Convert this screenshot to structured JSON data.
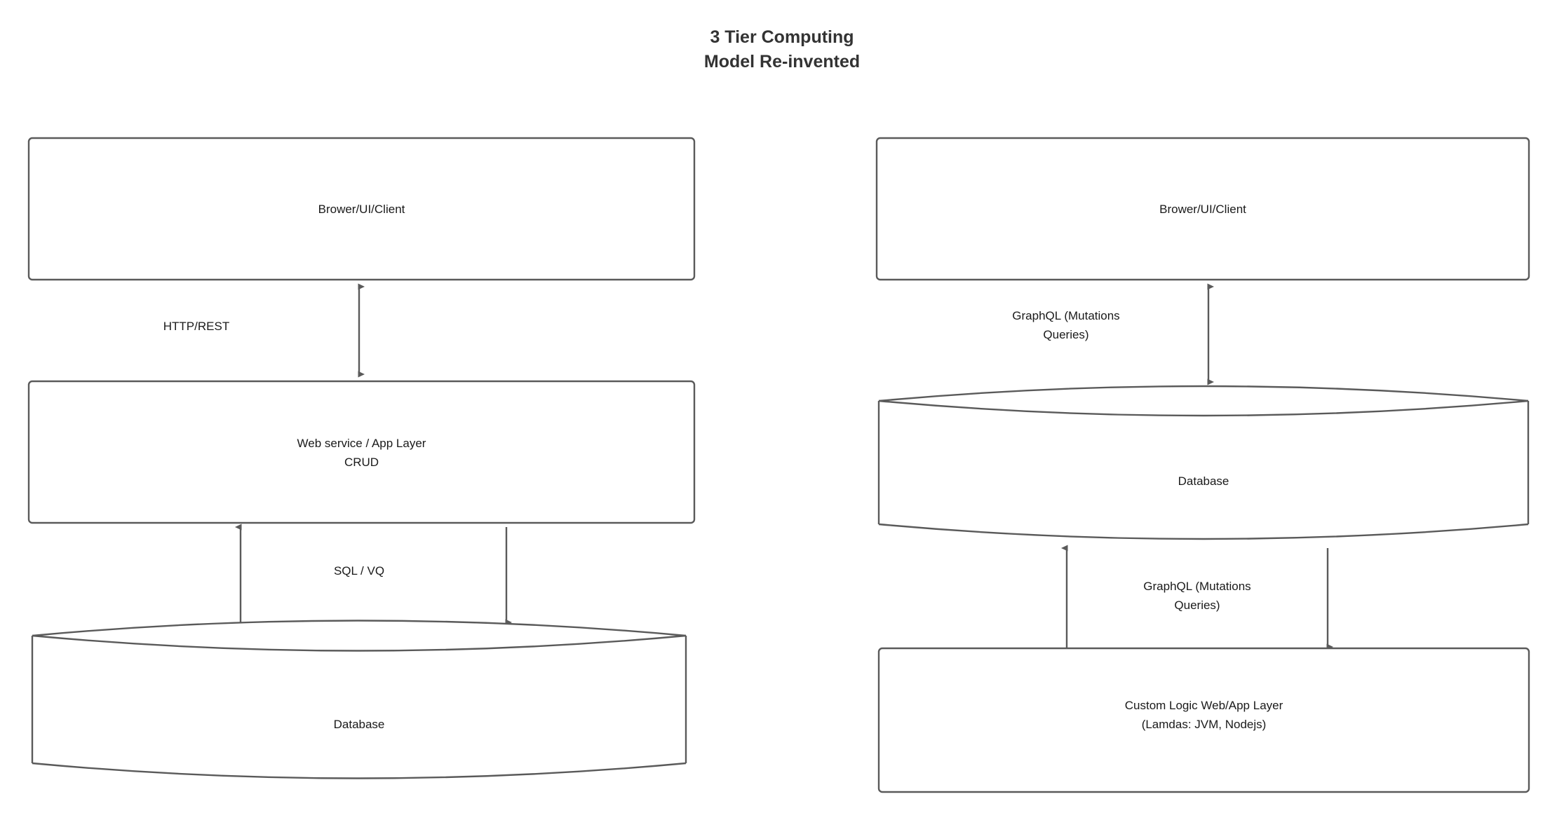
{
  "title": "3 Tier Computing\nModel Re-invented",
  "colors": {
    "stroke": "#5a5a5a",
    "cylinder_stroke": "#5a5a5a",
    "arrow": "#5a5a5a",
    "text": "#1a1a1a",
    "title_text": "#333333",
    "background": "#ffffff",
    "fill": "#ffffff"
  },
  "diagram": {
    "type": "architecture-comparison",
    "columns": [
      {
        "id": "classic-3-tier",
        "nodes": [
          {
            "id": "left-client",
            "shape": "rounded-rect",
            "label": "Brower/UI/Client"
          },
          {
            "id": "left-app",
            "shape": "rounded-rect",
            "label": "Web service / App Layer\nCRUD"
          },
          {
            "id": "left-database",
            "shape": "cylinder",
            "label": "Database"
          }
        ],
        "edges": [
          {
            "id": "left-edge-http",
            "from": "left-client",
            "to": "left-app",
            "label": "HTTP/REST",
            "direction": "bidirectional"
          },
          {
            "id": "left-edge-sql",
            "from": "left-app",
            "to": "left-database",
            "label": "SQL / VQ",
            "direction": "dual-single"
          }
        ]
      },
      {
        "id": "graphql-re-invented",
        "nodes": [
          {
            "id": "right-client",
            "shape": "rounded-rect",
            "label": "Brower/UI/Client"
          },
          {
            "id": "right-database",
            "shape": "cylinder",
            "label": "Database"
          },
          {
            "id": "right-custom",
            "shape": "rounded-rect",
            "label": "Custom Logic Web/App Layer\n(Lamdas: JVM, Nodejs)"
          }
        ],
        "edges": [
          {
            "id": "right-edge-top",
            "from": "right-client",
            "to": "right-database",
            "label": "GraphQL (Mutations\nQueries)",
            "direction": "bidirectional"
          },
          {
            "id": "right-edge-bottom",
            "from": "right-database",
            "to": "right-custom",
            "label": "GraphQL (Mutations\nQueries)",
            "direction": "dual-single"
          }
        ]
      }
    ]
  }
}
